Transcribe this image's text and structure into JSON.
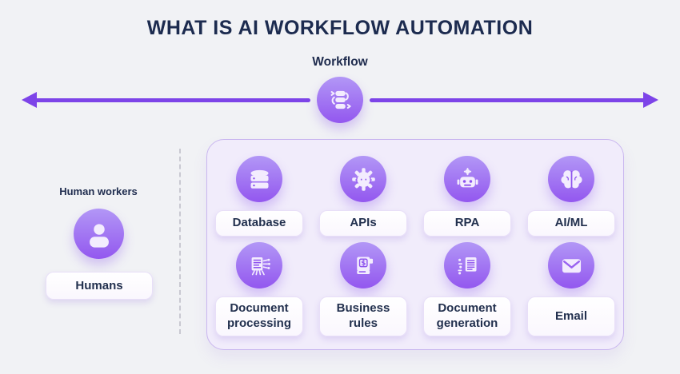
{
  "title": "WHAT IS AI WORKFLOW AUTOMATION",
  "workflow": {
    "label": "Workflow",
    "icon": "workflow-icon"
  },
  "humans": {
    "heading": "Human workers",
    "label": "Humans",
    "icon": "person-icon"
  },
  "tools": [
    {
      "label": "Database",
      "icon": "database-icon"
    },
    {
      "label": "APIs",
      "icon": "api-gear-icon"
    },
    {
      "label": "RPA",
      "icon": "robot-icon"
    },
    {
      "label": "AI/ML",
      "icon": "brain-icon"
    },
    {
      "label": "Document processing",
      "icon": "document-processing-icon"
    },
    {
      "label": "Business rules",
      "icon": "business-rules-icon"
    },
    {
      "label": "Document generation",
      "icon": "document-generation-icon"
    },
    {
      "label": "Email",
      "icon": "email-icon"
    }
  ],
  "colors": {
    "background": "#f1f2f5",
    "title_navy": "#1c2b4f",
    "arrow_purple": "#7d44e8",
    "circle_gradient_top": "#b297f6",
    "circle_gradient_bottom": "#9357ef",
    "panel_background": "#f1ecfb",
    "panel_border": "#c9b6ef",
    "chip_text": "#22304e",
    "icon_light": "#f3ecfe",
    "icon_accent": "#8d52ee"
  }
}
